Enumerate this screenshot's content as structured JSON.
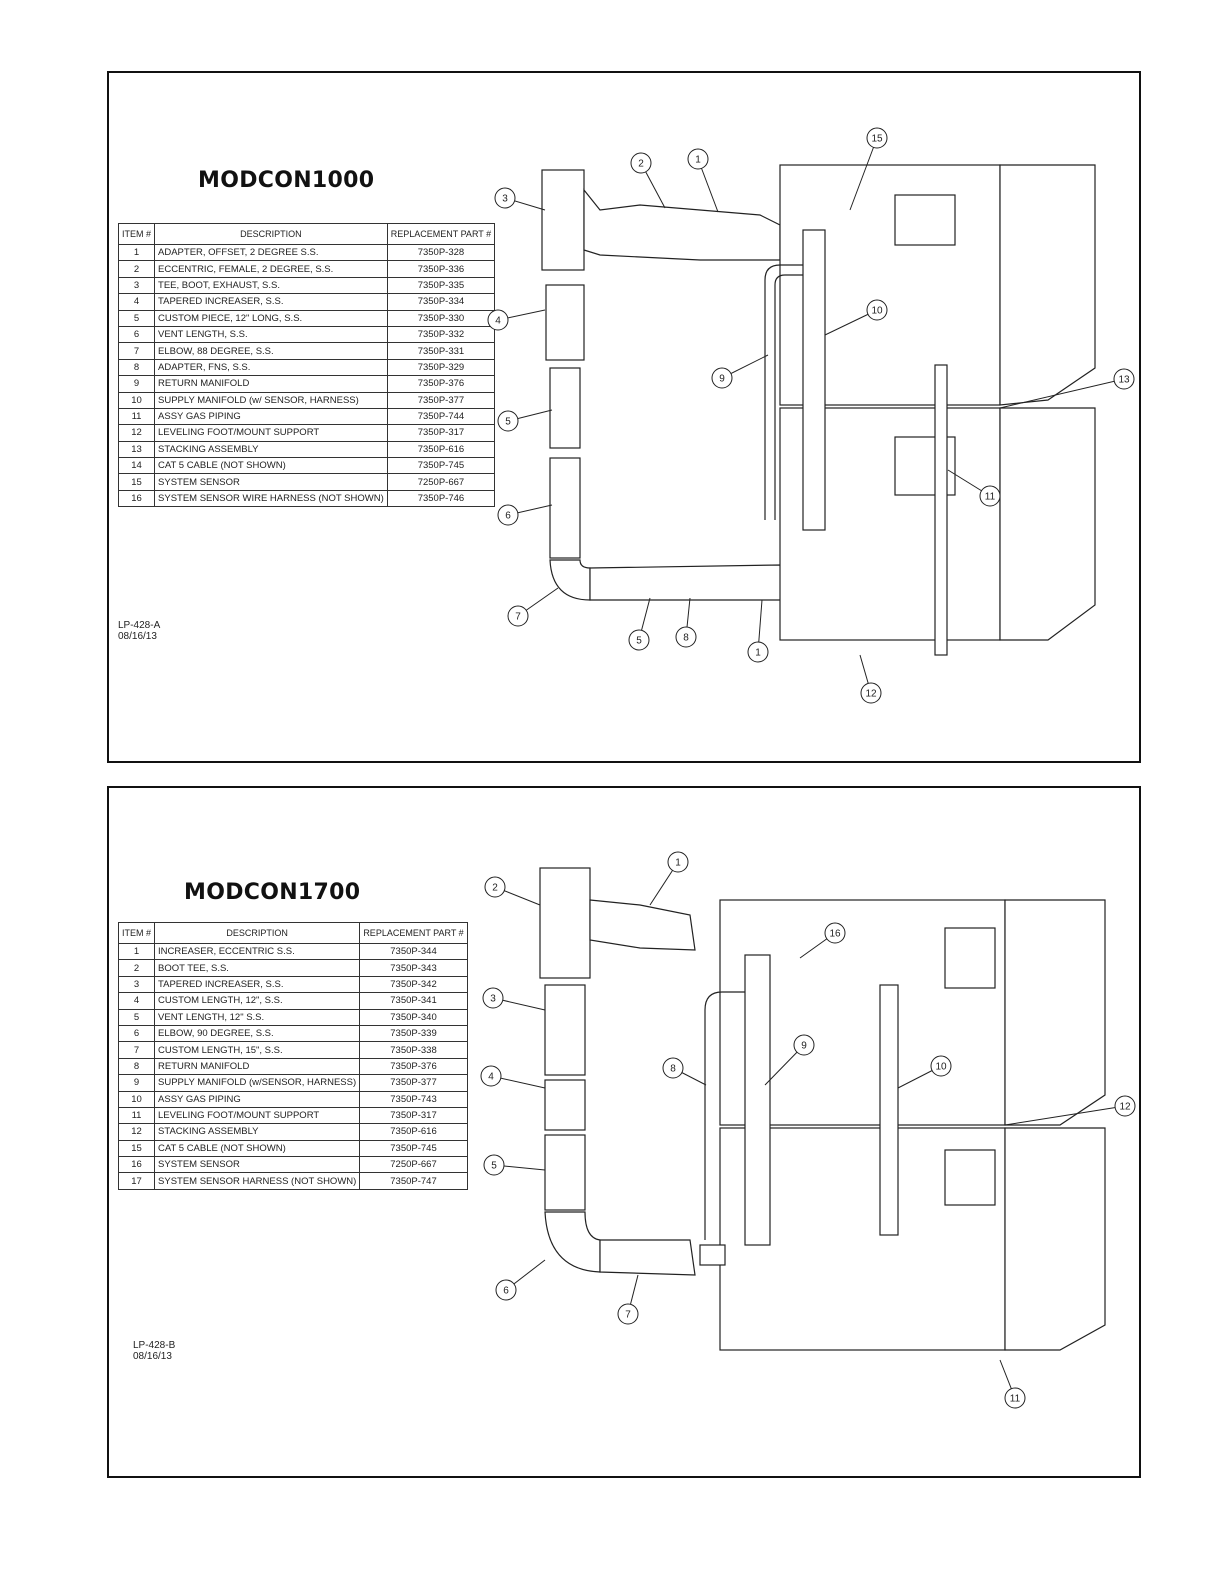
{
  "panels": [
    {
      "model": "MODCON1000",
      "table": {
        "headers": {
          "item": "ITEM #",
          "description": "DESCRIPTION",
          "part": "REPLACEMENT PART #"
        },
        "rows": [
          {
            "item": "1",
            "description": "ADAPTER, OFFSET, 2 DEGREE S.S.",
            "part": "7350P-328"
          },
          {
            "item": "2",
            "description": "ECCENTRIC, FEMALE, 2 DEGREE, S.S.",
            "part": "7350P-336"
          },
          {
            "item": "3",
            "description": "TEE, BOOT, EXHAUST, S.S.",
            "part": "7350P-335"
          },
          {
            "item": "4",
            "description": "TAPERED INCREASER, S.S.",
            "part": "7350P-334"
          },
          {
            "item": "5",
            "description": "CUSTOM PIECE, 12\" LONG, S.S.",
            "part": "7350P-330"
          },
          {
            "item": "6",
            "description": "VENT LENGTH, S.S.",
            "part": "7350P-332"
          },
          {
            "item": "7",
            "description": "ELBOW, 88 DEGREE, S.S.",
            "part": "7350P-331"
          },
          {
            "item": "8",
            "description": "ADAPTER, FNS, S.S.",
            "part": "7350P-329"
          },
          {
            "item": "9",
            "description": "RETURN MANIFOLD",
            "part": "7350P-376"
          },
          {
            "item": "10",
            "description": "SUPPLY MANIFOLD (w/ SENSOR, HARNESS)",
            "part": "7350P-377"
          },
          {
            "item": "11",
            "description": "ASSY GAS PIPING",
            "part": "7350P-744"
          },
          {
            "item": "12",
            "description": "LEVELING FOOT/MOUNT SUPPORT",
            "part": "7350P-317"
          },
          {
            "item": "13",
            "description": "STACKING ASSEMBLY",
            "part": "7350P-616"
          },
          {
            "item": "14",
            "description": "CAT 5 CABLE (NOT SHOWN)",
            "part": "7350P-745"
          },
          {
            "item": "15",
            "description": "SYSTEM SENSOR",
            "part": "7250P-667"
          },
          {
            "item": "16",
            "description": "SYSTEM SENSOR WIRE HARNESS (NOT SHOWN)",
            "part": "7350P-746"
          }
        ]
      },
      "lp_code": "LP-428-A",
      "date": "08/16/13",
      "callouts": [
        "1",
        "2",
        "3",
        "4",
        "5",
        "6",
        "7",
        "5",
        "8",
        "1",
        "9",
        "10",
        "11",
        "12",
        "13",
        "15"
      ]
    },
    {
      "model": "MODCON1700",
      "table": {
        "headers": {
          "item": "ITEM #",
          "description": "DESCRIPTION",
          "part": "REPLACEMENT PART #"
        },
        "rows": [
          {
            "item": "1",
            "description": "INCREASER, ECCENTRIC S.S.",
            "part": "7350P-344"
          },
          {
            "item": "2",
            "description": "BOOT TEE, S.S.",
            "part": "7350P-343"
          },
          {
            "item": "3",
            "description": "TAPERED INCREASER, S.S.",
            "part": "7350P-342"
          },
          {
            "item": "4",
            "description": "CUSTOM LENGTH, 12\", S.S.",
            "part": "7350P-341"
          },
          {
            "item": "5",
            "description": "VENT LENGTH, 12\" S.S.",
            "part": "7350P-340"
          },
          {
            "item": "6",
            "description": "ELBOW, 90 DEGREE, S.S.",
            "part": "7350P-339"
          },
          {
            "item": "7",
            "description": "CUSTOM LENGTH, 15\", S.S.",
            "part": "7350P-338"
          },
          {
            "item": "8",
            "description": "RETURN MANIFOLD",
            "part": "7350P-376"
          },
          {
            "item": "9",
            "description": "SUPPLY MANIFOLD (w/SENSOR, HARNESS)",
            "part": "7350P-377"
          },
          {
            "item": "10",
            "description": "ASSY GAS PIPING",
            "part": "7350P-743"
          },
          {
            "item": "11",
            "description": "LEVELING FOOT/MOUNT SUPPORT",
            "part": "7350P-317"
          },
          {
            "item": "12",
            "description": "STACKING ASSEMBLY",
            "part": "7350P-616"
          },
          {
            "item": "15",
            "description": "CAT 5 CABLE (NOT SHOWN)",
            "part": "7350P-745"
          },
          {
            "item": "16",
            "description": "SYSTEM SENSOR",
            "part": "7250P-667"
          },
          {
            "item": "17",
            "description": "SYSTEM SENSOR HARNESS (NOT SHOWN)",
            "part": "7350P-747"
          }
        ]
      },
      "lp_code": "LP-428-B",
      "date": "08/16/13",
      "callouts": [
        "1",
        "2",
        "3",
        "4",
        "5",
        "6",
        "7",
        "8",
        "9",
        "10",
        "11",
        "12",
        "16"
      ]
    }
  ]
}
